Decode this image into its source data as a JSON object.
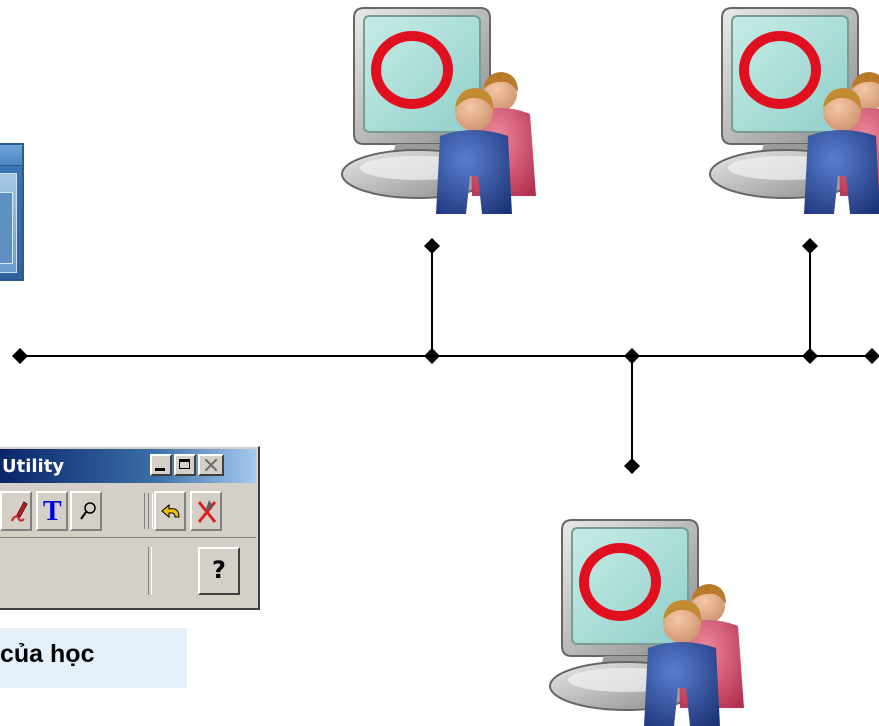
{
  "utility_window": {
    "title": "Utility",
    "tools": [
      {
        "name": "pen-icon"
      },
      {
        "name": "text-tool-icon",
        "glyph": "T"
      },
      {
        "name": "magnifier-icon"
      },
      {
        "name": "undo-icon"
      },
      {
        "name": "clear-icon"
      }
    ],
    "help_label": "?"
  },
  "caption": {
    "text": "của học"
  },
  "network": {
    "workstations": [
      "top-center",
      "top-right",
      "bottom-center"
    ],
    "colors": {
      "line": "#000000",
      "monitor_screen": "#a9dcd6",
      "ring": "#e01020",
      "person_blue": "#2c4d9c",
      "person_pink": "#d64b6b",
      "title_bar": "#0a246a"
    }
  }
}
